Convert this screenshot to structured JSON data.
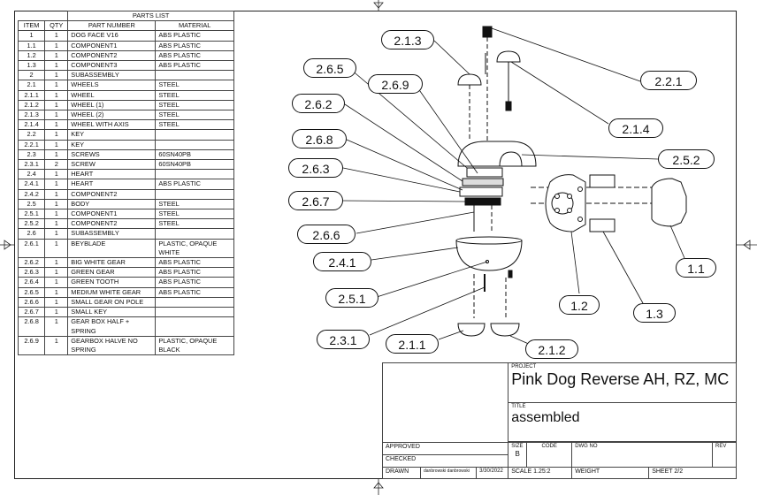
{
  "parts_list": {
    "title": "PARTS LIST",
    "headers": [
      "ITEM",
      "QTY",
      "PART NUMBER",
      "MATERIAL"
    ],
    "rows": [
      [
        "1",
        "1",
        "DOG FACE V16",
        "ABS PLASTIC"
      ],
      [
        "1.1",
        "1",
        "COMPONENT1",
        "ABS PLASTIC"
      ],
      [
        "1.2",
        "1",
        "COMPONENT2",
        "ABS PLASTIC"
      ],
      [
        "1.3",
        "1",
        "COMPONENT3",
        "ABS PLASTIC"
      ],
      [
        "2",
        "1",
        "SUBASSEMBLY",
        ""
      ],
      [
        "2.1",
        "1",
        "WHEELS",
        "STEEL"
      ],
      [
        "2.1.1",
        "1",
        "WHEEL",
        "STEEL"
      ],
      [
        "2.1.2",
        "1",
        "WHEEL (1)",
        "STEEL"
      ],
      [
        "2.1.3",
        "1",
        "WHEEL (2)",
        "STEEL"
      ],
      [
        "2.1.4",
        "1",
        "WHEEL WITH AXIS",
        "STEEL"
      ],
      [
        "2.2",
        "1",
        "KEY",
        ""
      ],
      [
        "2.2.1",
        "1",
        "KEY",
        ""
      ],
      [
        "2.3",
        "1",
        "SCREWS",
        "60SN40PB"
      ],
      [
        "2.3.1",
        "2",
        "SCREW",
        "60SN40PB"
      ],
      [
        "2.4",
        "1",
        "HEART",
        ""
      ],
      [
        "2.4.1",
        "1",
        "HEART",
        "ABS PLASTIC"
      ],
      [
        "2.4.2",
        "1",
        "COMPONENT2",
        ""
      ],
      [
        "2.5",
        "1",
        "BODY",
        "STEEL"
      ],
      [
        "2.5.1",
        "1",
        "COMPONENT1",
        "STEEL"
      ],
      [
        "2.5.2",
        "1",
        "COMPONENT2",
        "STEEL"
      ],
      [
        "2.6",
        "1",
        "SUBASSEMBLY",
        ""
      ],
      [
        "2.6.1",
        "1",
        "BEYBLADE",
        "PLASTIC, OPAQUE WHITE"
      ],
      [
        "2.6.2",
        "1",
        "BIG WHITE GEAR",
        "ABS PLASTIC"
      ],
      [
        "2.6.3",
        "1",
        "GREEN GEAR",
        "ABS PLASTIC"
      ],
      [
        "2.6.4",
        "1",
        "GREEN TOOTH",
        "ABS PLASTIC"
      ],
      [
        "2.6.5",
        "1",
        "MEDIUM WHITE GEAR",
        "ABS PLASTIC"
      ],
      [
        "2.6.6",
        "1",
        "SMALL GEAR ON POLE",
        ""
      ],
      [
        "2.6.7",
        "1",
        "SMALL KEY",
        ""
      ],
      [
        "2.6.8",
        "1",
        "GEAR BOX HALF + SPRING",
        ""
      ],
      [
        "2.6.9",
        "1",
        "GEARBOX HALVE NO SPRING",
        "PLASTIC, OPAQUE BLACK"
      ]
    ]
  },
  "callouts": [
    "2.1.3",
    "2.2.1",
    "2.6.5",
    "2.6.9",
    "2.6.2",
    "2.1.4",
    "2.6.8",
    "2.5.2",
    "2.6.3",
    "2.6.7",
    "2.6.6",
    "2.4.1",
    "1.1",
    "2.5.1",
    "1.2",
    "1.3",
    "2.3.1",
    "2.1.1",
    "2.1.2"
  ],
  "title_block": {
    "project_label": "PROJECT",
    "project": "Pink Dog Reverse AH, RZ, MC",
    "title_label": "TITLE",
    "title": "assembled",
    "approved_label": "APPROVED",
    "checked_label": "CHECKED",
    "drawn_label": "DRAWN",
    "drawn_by": "danbrowski danbrowski",
    "drawn_date": "3/30/2022",
    "size_label": "SIZE",
    "size": "B",
    "code_label": "CODE",
    "dwg_label": "DWG NO",
    "rev_label": "REV",
    "scale_label": "SCALE",
    "scale": "1.25:2",
    "weight_label": "WEIGHT",
    "sheet_label": "SHEET",
    "sheet": "2/2"
  }
}
